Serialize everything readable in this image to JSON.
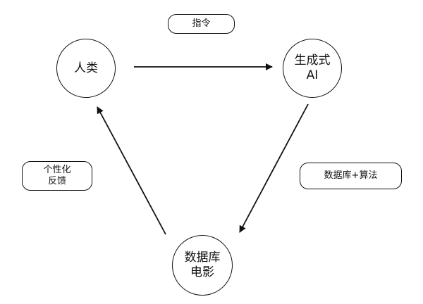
{
  "nodes": {
    "human": "人类",
    "gen_ai": "生成式\nAI",
    "database": "数据库\n电影"
  },
  "edge_labels": {
    "instruction": "指令",
    "db_algorithm": "数据库+算法",
    "personalized_feedback": "个性化\n反馈"
  },
  "colors": {
    "stroke": "#111111",
    "background": "#ffffff"
  }
}
